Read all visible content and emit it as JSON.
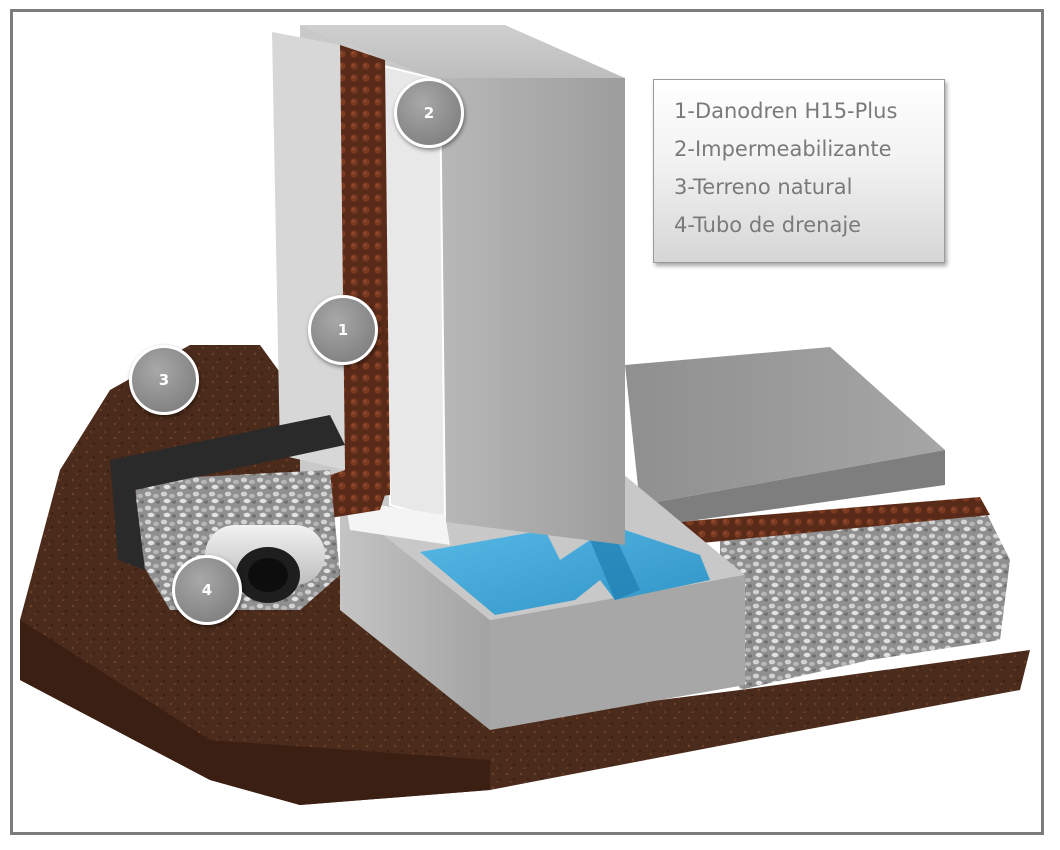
{
  "legend": {
    "items": [
      "1-Danodren H15-Plus",
      "2-Impermeabilizante",
      "3-Terreno natural",
      "4-Tubo de drenaje"
    ]
  },
  "markers": [
    {
      "id": "1",
      "label": "1"
    },
    {
      "id": "2",
      "label": "2"
    },
    {
      "id": "3",
      "label": "3"
    },
    {
      "id": "4",
      "label": "4"
    }
  ],
  "colors": {
    "soil": "#4a2a1a",
    "concrete": "#a9a9a9",
    "membrane": "#5a2a18",
    "waterproofing_blue": "#3fa6d6",
    "gravel": "#b4b4b4",
    "pipe": "#2a2a2a",
    "marker": "#8a8a8a"
  }
}
